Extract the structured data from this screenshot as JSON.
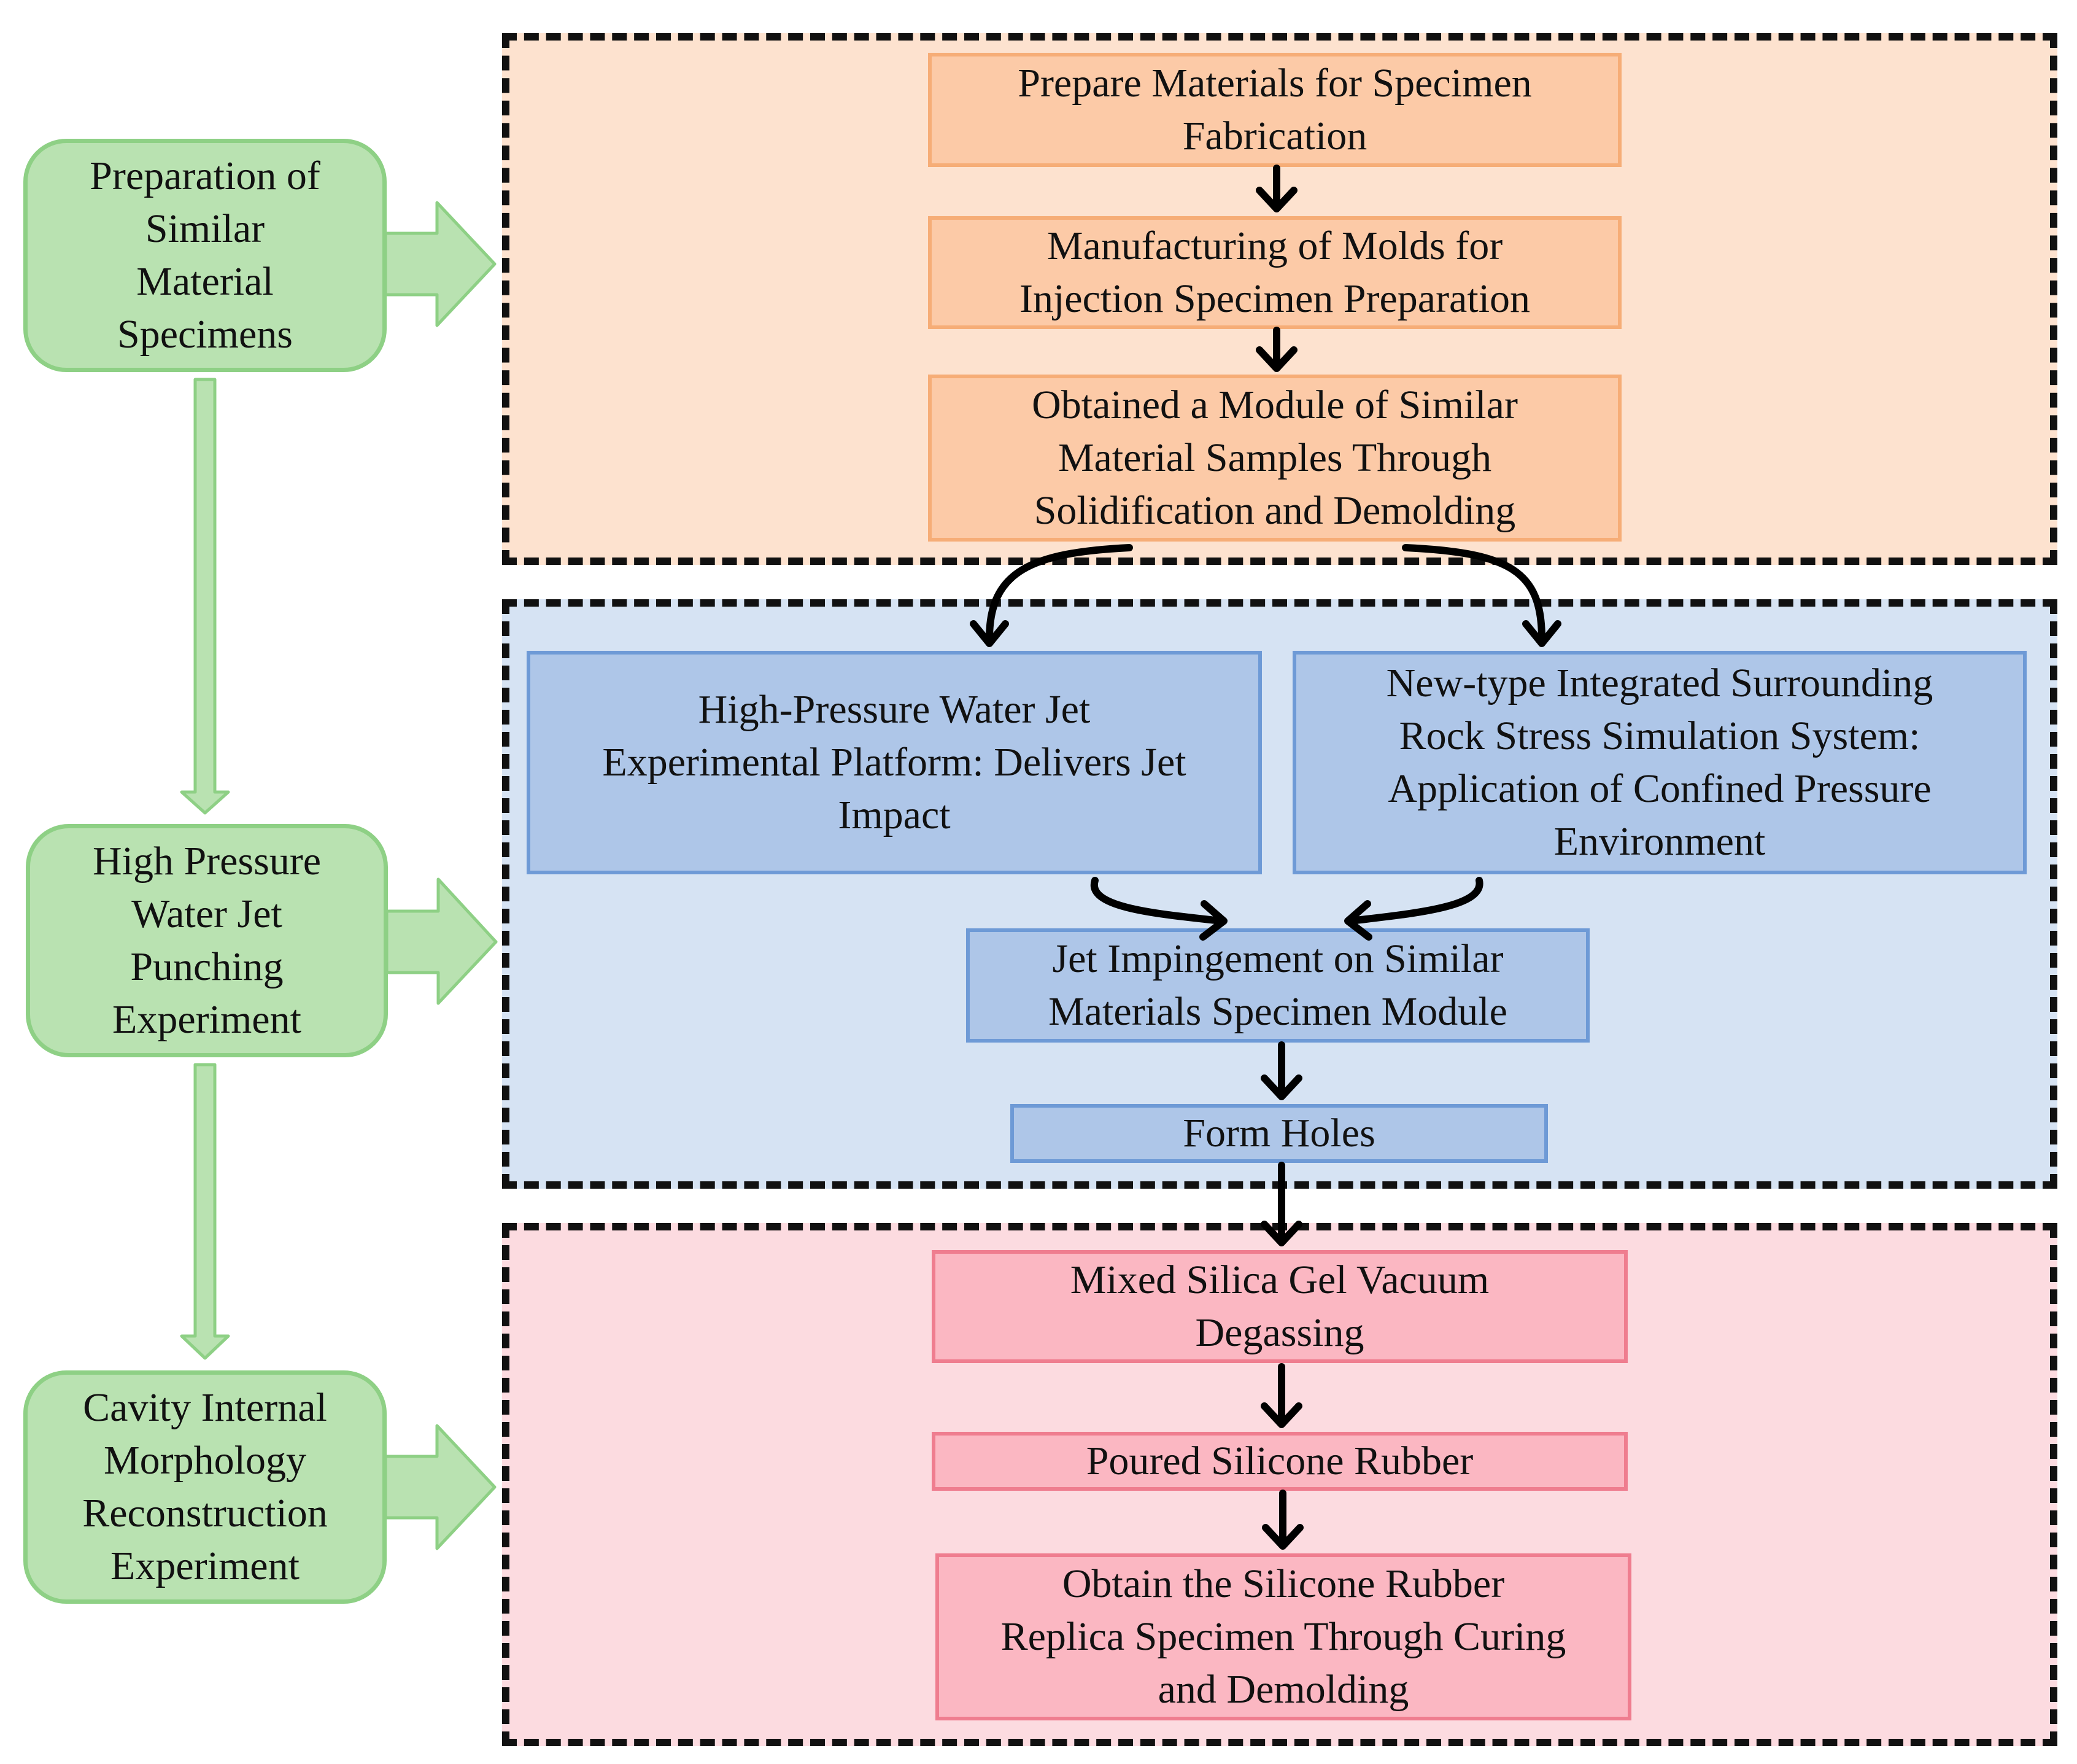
{
  "stages": [
    {
      "label": "Preparation of\nSimilar\nMaterial\nSpecimens"
    },
    {
      "label": "High Pressure\nWater Jet\nPunching\nExperiment"
    },
    {
      "label": "Cavity Internal\nMorphology\nReconstruction\nExperiment"
    }
  ],
  "top_panel": {
    "steps": [
      "Prepare Materials for Specimen\nFabrication",
      "Manufacturing of Molds for\nInjection Specimen Preparation",
      "Obtained a Module of Similar\nMaterial Samples Through\nSolidification and Demolding"
    ]
  },
  "middle_panel": {
    "left_box": "High-Pressure Water Jet\nExperimental Platform: Delivers Jet\nImpact",
    "right_box": "New-type Integrated Surrounding\nRock Stress Simulation System:\nApplication of Confined Pressure\nEnvironment",
    "impingement": "Jet Impingement on Similar\nMaterials Specimen Module",
    "form_holes": "Form Holes"
  },
  "bottom_panel": {
    "steps": [
      "Mixed Silica Gel Vacuum\nDegassing",
      "Poured Silicone Rubber",
      "Obtain the Silicone Rubber\nReplica Specimen Through Curing\nand Demolding"
    ]
  },
  "colors": {
    "orange_panel": "#fde2cf",
    "orange_box": "#fccaa7",
    "blue_panel": "#d6e3f3",
    "blue_box": "#aec6e8",
    "pink_panel": "#fcdbe0",
    "pink_box": "#fbb7c2",
    "green_stage": "#b9e2b1",
    "green_arrow": "#b9e2b1"
  }
}
